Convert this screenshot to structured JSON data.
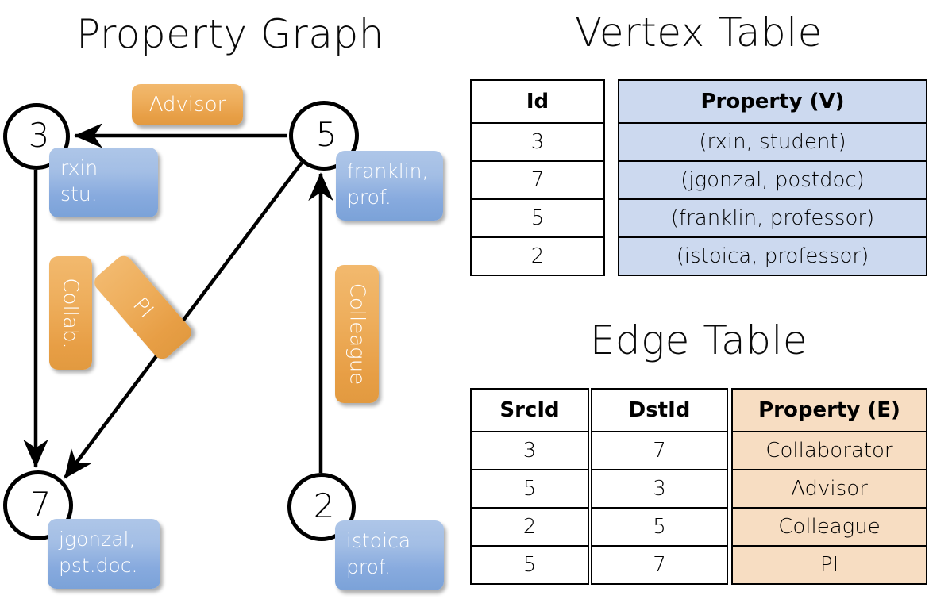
{
  "titles": {
    "property_graph": "Property Graph",
    "vertex_table": "Vertex Table",
    "edge_table": "Edge Table"
  },
  "graph": {
    "nodes": [
      {
        "id": "3",
        "property": "rxin\nstu."
      },
      {
        "id": "5",
        "property": "franklin,\nprof."
      },
      {
        "id": "7",
        "property": "jgonzal,\npst.doc."
      },
      {
        "id": "2",
        "property": "istoica\nprof."
      }
    ],
    "edge_labels": [
      {
        "label": "Advisor",
        "orientation": "horizontal"
      },
      {
        "label": "Collab.",
        "orientation": "vertical"
      },
      {
        "label": "PI",
        "orientation": "diagonal"
      },
      {
        "label": "Colleague",
        "orientation": "vertical"
      }
    ],
    "edges": [
      {
        "src": "5",
        "dst": "3",
        "label": "Advisor"
      },
      {
        "src": "3",
        "dst": "7",
        "label": "Collab."
      },
      {
        "src": "5",
        "dst": "7",
        "label": "PI"
      },
      {
        "src": "2",
        "dst": "5",
        "label": "Colleague"
      }
    ]
  },
  "vertex_table": {
    "headers": [
      "Id",
      "Property (V)"
    ],
    "rows": [
      {
        "id": "3",
        "property": "(rxin, student)"
      },
      {
        "id": "7",
        "property": "(jgonzal, postdoc)"
      },
      {
        "id": "5",
        "property": "(franklin, professor)"
      },
      {
        "id": "2",
        "property": "(istoica, professor)"
      }
    ]
  },
  "edge_table": {
    "headers": [
      "SrcId",
      "DstId",
      "Property (E)"
    ],
    "rows": [
      {
        "src": "3",
        "dst": "7",
        "property": "Collaborator"
      },
      {
        "src": "5",
        "dst": "3",
        "property": "Advisor"
      },
      {
        "src": "2",
        "dst": "5",
        "property": "Colleague"
      },
      {
        "src": "5",
        "dst": "7",
        "property": "PI"
      }
    ]
  },
  "colors": {
    "vertex_box": "#8fb0e0",
    "edge_box": "#eca94f",
    "vertex_cell": "#ccd9ef",
    "edge_cell": "#f7ddc2",
    "stroke": "#000000"
  }
}
